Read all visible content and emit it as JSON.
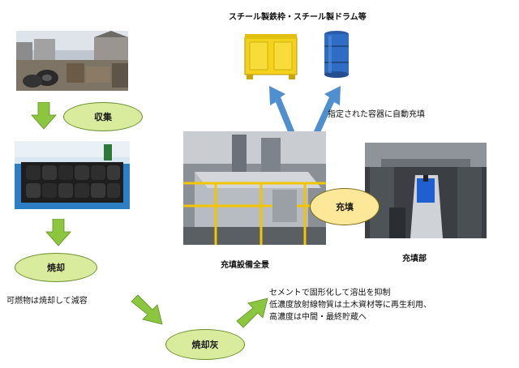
{
  "top_caption": "スチール製鉄枠・スチール製ドラム等",
  "steps": {
    "collect": "収集",
    "incinerate": "焼却",
    "ash": "焼却灰",
    "fill": "充填"
  },
  "labels": {
    "auto_fill": "指定された容器に自動充填",
    "combustible": "可燃物は焼却して減容",
    "facility": "充填設備全景",
    "filling_part": "充填部"
  },
  "notes": [
    "セメントで固形化して溶出を抑制",
    "低濃度放射線物質は土木資材等に再生利用、",
    "高濃度は中間・最終貯蔵へ"
  ],
  "colors": {
    "green_arrow": "#8cc63f",
    "blue_arrow": "#4f8fcf",
    "oval_green": "#d9eb9c",
    "oval_yellow": "#fde89a"
  }
}
